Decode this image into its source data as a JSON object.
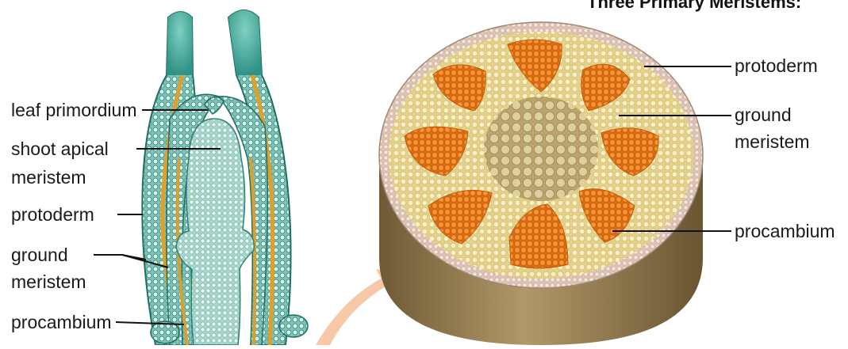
{
  "title": "Three Primary Meristems:",
  "left_labels": {
    "leaf_primordium": "leaf primordium",
    "shoot_apical_1": "shoot apical",
    "shoot_apical_2": "meristem",
    "protoderm": "protoderm",
    "ground_1": "ground",
    "ground_2": "meristem",
    "procambium": "procambium"
  },
  "right_labels": {
    "protoderm": "protoderm",
    "ground_1": "ground",
    "ground_2": "meristem",
    "procambium": "procambium"
  },
  "colors": {
    "shoot_teal": "#2f8f84",
    "shoot_light": "#bfe3dc",
    "procambium_orange": "#e8a030",
    "disc_top": "#f2e6b0",
    "disc_side": "#a48a5a",
    "bundle_orange": "#f0892a",
    "arrow": "#f6c8a8"
  }
}
